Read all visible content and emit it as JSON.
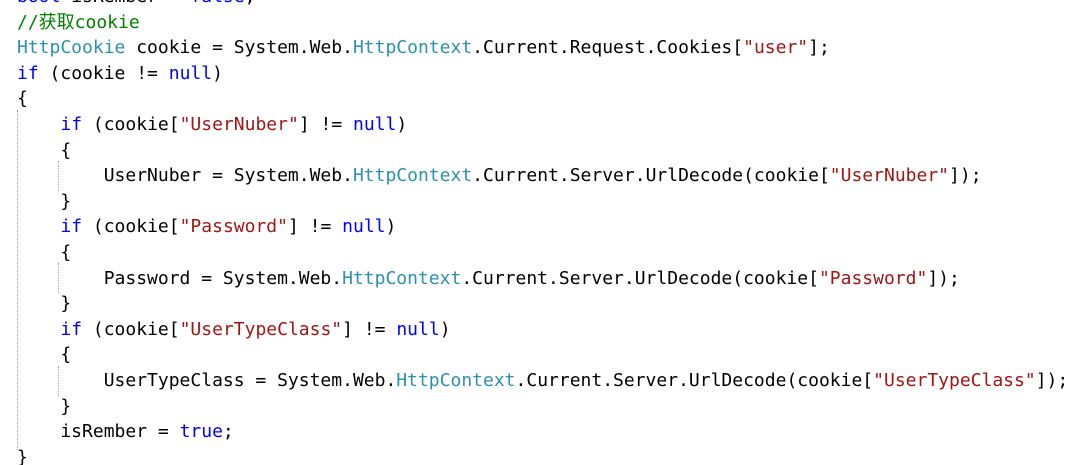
{
  "code_editor": {
    "lines": [
      [
        {
          "type": "keyword",
          "text": "bool"
        },
        {
          "type": "plain",
          "text": " isRember = "
        },
        {
          "type": "keyword",
          "text": "false"
        },
        {
          "type": "plain",
          "text": ";"
        }
      ],
      [
        {
          "type": "comment",
          "text": "//获取cookie"
        }
      ],
      [
        {
          "type": "type",
          "text": "HttpCookie"
        },
        {
          "type": "plain",
          "text": " cookie = System.Web."
        },
        {
          "type": "type",
          "text": "HttpContext"
        },
        {
          "type": "plain",
          "text": ".Current.Request.Cookies["
        },
        {
          "type": "string",
          "text": "\"user\""
        },
        {
          "type": "plain",
          "text": "];"
        }
      ],
      [
        {
          "type": "keyword",
          "text": "if"
        },
        {
          "type": "plain",
          "text": " (cookie != "
        },
        {
          "type": "keyword",
          "text": "null"
        },
        {
          "type": "plain",
          "text": ")"
        }
      ],
      [
        {
          "type": "plain",
          "text": "{"
        }
      ],
      [
        {
          "type": "plain",
          "text": "    "
        },
        {
          "type": "keyword",
          "text": "if"
        },
        {
          "type": "plain",
          "text": " (cookie["
        },
        {
          "type": "string",
          "text": "\"UserNuber\""
        },
        {
          "type": "plain",
          "text": "] != "
        },
        {
          "type": "keyword",
          "text": "null"
        },
        {
          "type": "plain",
          "text": ")"
        }
      ],
      [
        {
          "type": "plain",
          "text": "    {"
        }
      ],
      [
        {
          "type": "plain",
          "text": "        UserNuber = System.Web."
        },
        {
          "type": "type",
          "text": "HttpContext"
        },
        {
          "type": "plain",
          "text": ".Current.Server.UrlDecode(cookie["
        },
        {
          "type": "string",
          "text": "\"UserNuber\""
        },
        {
          "type": "plain",
          "text": "]);"
        }
      ],
      [
        {
          "type": "plain",
          "text": "    }"
        }
      ],
      [
        {
          "type": "plain",
          "text": "    "
        },
        {
          "type": "keyword",
          "text": "if"
        },
        {
          "type": "plain",
          "text": " (cookie["
        },
        {
          "type": "string",
          "text": "\"Password\""
        },
        {
          "type": "plain",
          "text": "] != "
        },
        {
          "type": "keyword",
          "text": "null"
        },
        {
          "type": "plain",
          "text": ")"
        }
      ],
      [
        {
          "type": "plain",
          "text": "    {"
        }
      ],
      [
        {
          "type": "plain",
          "text": "        Password = System.Web."
        },
        {
          "type": "type",
          "text": "HttpContext"
        },
        {
          "type": "plain",
          "text": ".Current.Server.UrlDecode(cookie["
        },
        {
          "type": "string",
          "text": "\"Password\""
        },
        {
          "type": "plain",
          "text": "]);"
        }
      ],
      [
        {
          "type": "plain",
          "text": "    }"
        }
      ],
      [
        {
          "type": "plain",
          "text": "    "
        },
        {
          "type": "keyword",
          "text": "if"
        },
        {
          "type": "plain",
          "text": " (cookie["
        },
        {
          "type": "string",
          "text": "\"UserTypeClass\""
        },
        {
          "type": "plain",
          "text": "] != "
        },
        {
          "type": "keyword",
          "text": "null"
        },
        {
          "type": "plain",
          "text": ")"
        }
      ],
      [
        {
          "type": "plain",
          "text": "    {"
        }
      ],
      [
        {
          "type": "plain",
          "text": "        UserTypeClass = System.Web."
        },
        {
          "type": "type",
          "text": "HttpContext"
        },
        {
          "type": "plain",
          "text": ".Current.Server.UrlDecode(cookie["
        },
        {
          "type": "string",
          "text": "\"UserTypeClass\""
        },
        {
          "type": "plain",
          "text": "]);"
        }
      ],
      [
        {
          "type": "plain",
          "text": "    }"
        }
      ],
      [
        {
          "type": "plain",
          "text": "    isRember = "
        },
        {
          "type": "keyword",
          "text": "true"
        },
        {
          "type": "plain",
          "text": ";"
        }
      ],
      [
        {
          "type": "plain",
          "text": "}"
        }
      ]
    ],
    "colors": {
      "keyword": "#0000ff",
      "type": "#2b91af",
      "string": "#a31515",
      "comment": "#008000",
      "plain": "#000000",
      "indent_guide": "#a0a0a0"
    }
  }
}
